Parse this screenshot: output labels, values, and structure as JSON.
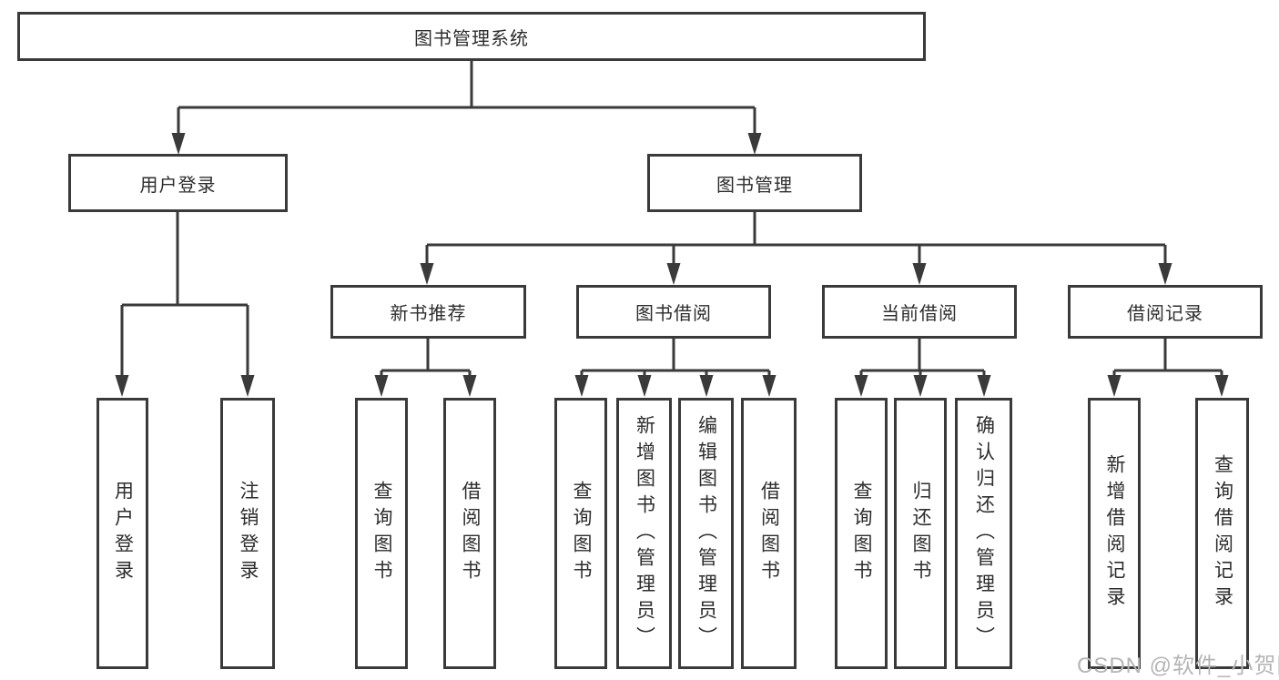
{
  "diagram": {
    "type": "tree",
    "title": "图书管理系统",
    "root": {
      "label": "图书管理系统",
      "children": [
        {
          "label": "用户登录",
          "children": [
            {
              "label": "用户登录"
            },
            {
              "label": "注销登录"
            }
          ]
        },
        {
          "label": "图书管理",
          "children": [
            {
              "label": "新书推荐",
              "children": [
                {
                  "label": "查询图书"
                },
                {
                  "label": "借阅图书"
                }
              ]
            },
            {
              "label": "图书借阅",
              "children": [
                {
                  "label": "查询图书"
                },
                {
                  "label": "新增图书（管理员）"
                },
                {
                  "label": "编辑图书（管理员）"
                },
                {
                  "label": "借阅图书"
                }
              ]
            },
            {
              "label": "当前借阅",
              "children": [
                {
                  "label": "查询图书"
                },
                {
                  "label": "归还图书"
                },
                {
                  "label": "确认归还（管理员）"
                }
              ]
            },
            {
              "label": "借阅记录",
              "children": [
                {
                  "label": "新增借阅记录"
                },
                {
                  "label": "查询借阅记录"
                }
              ]
            }
          ]
        }
      ]
    }
  },
  "watermark": "CSDN @软件_小贺同学",
  "colors": {
    "line": "#3a3a3a",
    "box_border": "#3a3a3a",
    "text": "#2d2d2d",
    "watermark": "#b5b5b5",
    "background": "#ffffff"
  }
}
